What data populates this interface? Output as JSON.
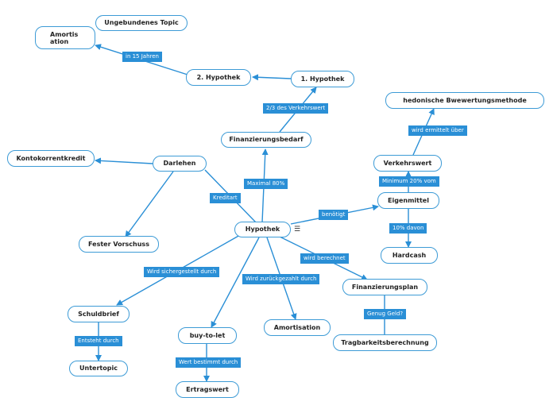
{
  "colors": {
    "line": "#2a8fd6",
    "node_border": "#3d9bd6",
    "label_bg": "#2a8fd6",
    "label_text": "#ffffff"
  },
  "nodes": {
    "ungebundenes": "Ungebundenes Topic",
    "amortis_1": "Amortis",
    "amortis_2": "ation",
    "hyp2": "2. Hypothek",
    "hyp1": "1. Hypothek",
    "hedonisch": "hedonische Bwewertungsmethode",
    "finanzbedarf": "Finanzierungsbedarf",
    "konto": "Kontokorrentkredit",
    "darlehen": "Darlehen",
    "verkehrswert": "Verkehrswert",
    "eigenmittel": "Eigenmittel",
    "hypothek": "Hypothek",
    "vorschuss": "Fester Vorschuss",
    "hardcash": "Hardcash",
    "finanzplan": "Finanzierungsplan",
    "schuldbrief": "Schuldbrief",
    "amortisation": "Amortisation",
    "buytolet": "buy-to-let",
    "tragbarkeit": "Tragbarkeitsberechnung",
    "untertopic": "Untertopic",
    "ertragswert": "Ertragswert"
  },
  "labels": {
    "in15": "in 15 Jahren",
    "verkehrswert23": "2/3 des Verkehrswert",
    "ermittelt": "wird ermittelt über",
    "minimum": "Minimum 20% vom",
    "maximal": "Maximal 80%",
    "kreditart": "Kreditart",
    "benoetigt": "benötigt",
    "zehnprozent": "10% davon",
    "berechnet": "wird berechnet",
    "sichergestellt": "Wird sichergestellt durch",
    "zurueckgezahlt": "Wird zurückgezahlt durch",
    "genug": "Genug Geld?",
    "entsteht": "Entsteht durch",
    "wertbestimmt": "Wert bestimmt durch"
  },
  "icons": {
    "node_menu": "menu-icon"
  }
}
